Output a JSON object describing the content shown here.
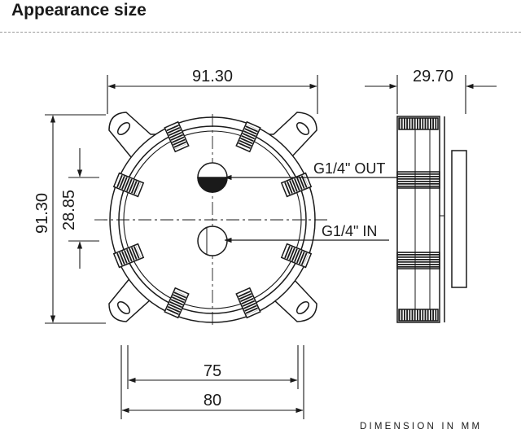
{
  "header": {
    "title": "Appearance size"
  },
  "dimensions": {
    "front_width": "91.30",
    "side_width": "29.70",
    "front_height": "91.30",
    "port_spacing": "28.85",
    "hole_spacing_inner": "75",
    "hole_spacing_outer": "80"
  },
  "ports": {
    "outlet": "G1/4\" OUT",
    "inlet": "G1/4\" IN"
  },
  "footer": {
    "units_note": "DIMENSION IN MM"
  }
}
